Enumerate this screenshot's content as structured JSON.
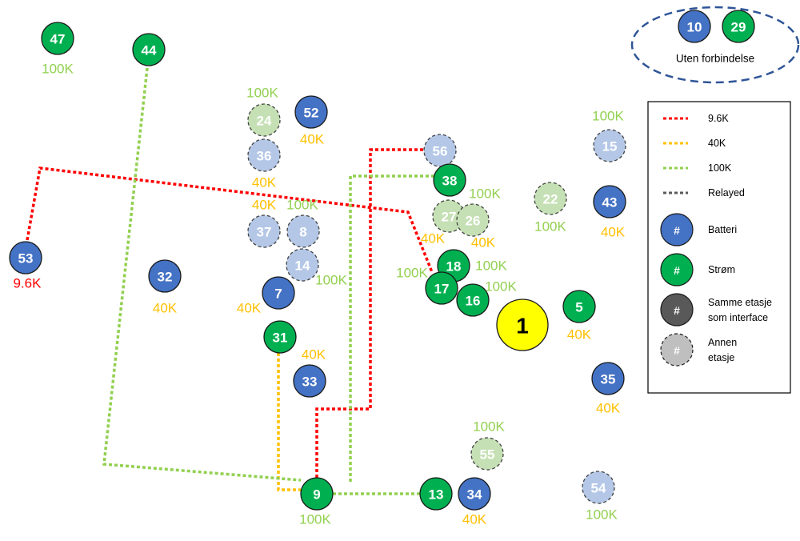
{
  "colors": {
    "battery": "#4472c4",
    "power": "#00b050",
    "battery_other_floor": "#b4c7e7",
    "power_other_floor": "#c5e0b4",
    "interface": "#ffff00",
    "link_9_6k": "#ff0000",
    "link_40k": "#ffc000",
    "link_100k": "#92d050",
    "relayed": "#595959",
    "same_floor": "#595959",
    "other_floor": "#bfbfbf"
  },
  "unconnected": {
    "label": "Uten forbindelse",
    "nodes": [
      "10",
      "29"
    ]
  },
  "nodes": [
    {
      "id": "1",
      "type": "interface"
    },
    {
      "id": "47",
      "type": "power",
      "speed": "100K"
    },
    {
      "id": "44",
      "type": "power"
    },
    {
      "id": "10",
      "type": "battery"
    },
    {
      "id": "29",
      "type": "power"
    },
    {
      "id": "24",
      "type": "power_other_floor",
      "speed": "100K"
    },
    {
      "id": "52",
      "type": "battery",
      "speed": "40K"
    },
    {
      "id": "36",
      "type": "battery_other_floor",
      "speed": "40K"
    },
    {
      "id": "37",
      "type": "battery_other_floor",
      "speed": "40K"
    },
    {
      "id": "8",
      "type": "battery_other_floor",
      "speed": "100K"
    },
    {
      "id": "14",
      "type": "battery_other_floor",
      "speed": "100K"
    },
    {
      "id": "53",
      "type": "battery",
      "speed": "9.6K"
    },
    {
      "id": "32",
      "type": "battery",
      "speed": "40K"
    },
    {
      "id": "7",
      "type": "battery",
      "speed": "40K"
    },
    {
      "id": "31",
      "type": "power",
      "speed": "40K"
    },
    {
      "id": "33",
      "type": "battery"
    },
    {
      "id": "56",
      "type": "battery_other_floor"
    },
    {
      "id": "38",
      "type": "power",
      "speed": "100K"
    },
    {
      "id": "27",
      "type": "power_other_floor",
      "speed": "40K"
    },
    {
      "id": "26",
      "type": "power_other_floor",
      "speed": "40K"
    },
    {
      "id": "22",
      "type": "power_other_floor",
      "speed": "100K"
    },
    {
      "id": "15",
      "type": "battery_other_floor",
      "speed": "100K"
    },
    {
      "id": "43",
      "type": "battery",
      "speed": "40K"
    },
    {
      "id": "18",
      "type": "power",
      "speed": "100K"
    },
    {
      "id": "17",
      "type": "power",
      "speed": "100K"
    },
    {
      "id": "16",
      "type": "power",
      "speed": "100K"
    },
    {
      "id": "5",
      "type": "power",
      "speed": "40K"
    },
    {
      "id": "35",
      "type": "battery",
      "speed": "40K"
    },
    {
      "id": "55",
      "type": "power_other_floor",
      "speed": "100K"
    },
    {
      "id": "9",
      "type": "power",
      "speed": "100K"
    },
    {
      "id": "13",
      "type": "power"
    },
    {
      "id": "34",
      "type": "battery",
      "speed": "40K"
    },
    {
      "id": "54",
      "type": "battery_other_floor",
      "speed": "100K"
    }
  ],
  "links": [
    {
      "from": "53",
      "to": "17",
      "speed": "9.6K"
    },
    {
      "from": "9",
      "to": "56",
      "speed": "9.6K"
    },
    {
      "from": "31",
      "to": "9",
      "speed": "40K"
    },
    {
      "from": "44",
      "to": "9",
      "speed": "100K"
    },
    {
      "from": "9",
      "to": "38",
      "speed": "100K"
    },
    {
      "from": "9",
      "to": "13",
      "speed": "100K"
    }
  ],
  "legend": {
    "lines": [
      {
        "label": "9.6K",
        "color": "#ff0000"
      },
      {
        "label": "40K",
        "color": "#ffc000"
      },
      {
        "label": "100K",
        "color": "#92d050"
      },
      {
        "label": "Relayed",
        "color": "#595959"
      }
    ],
    "nodes": [
      {
        "symbol": "#",
        "label": "Batteri",
        "fill": "#4472c4",
        "dashed": false
      },
      {
        "symbol": "#",
        "label": "Strøm",
        "fill": "#00b050",
        "dashed": false
      },
      {
        "symbol": "#",
        "label": "Samme etasje",
        "label2": "som interface",
        "fill": "#595959",
        "dashed": false
      },
      {
        "symbol": "#",
        "label": "Annen",
        "label2": "etasje",
        "fill": "#bfbfbf",
        "dashed": true
      }
    ]
  }
}
